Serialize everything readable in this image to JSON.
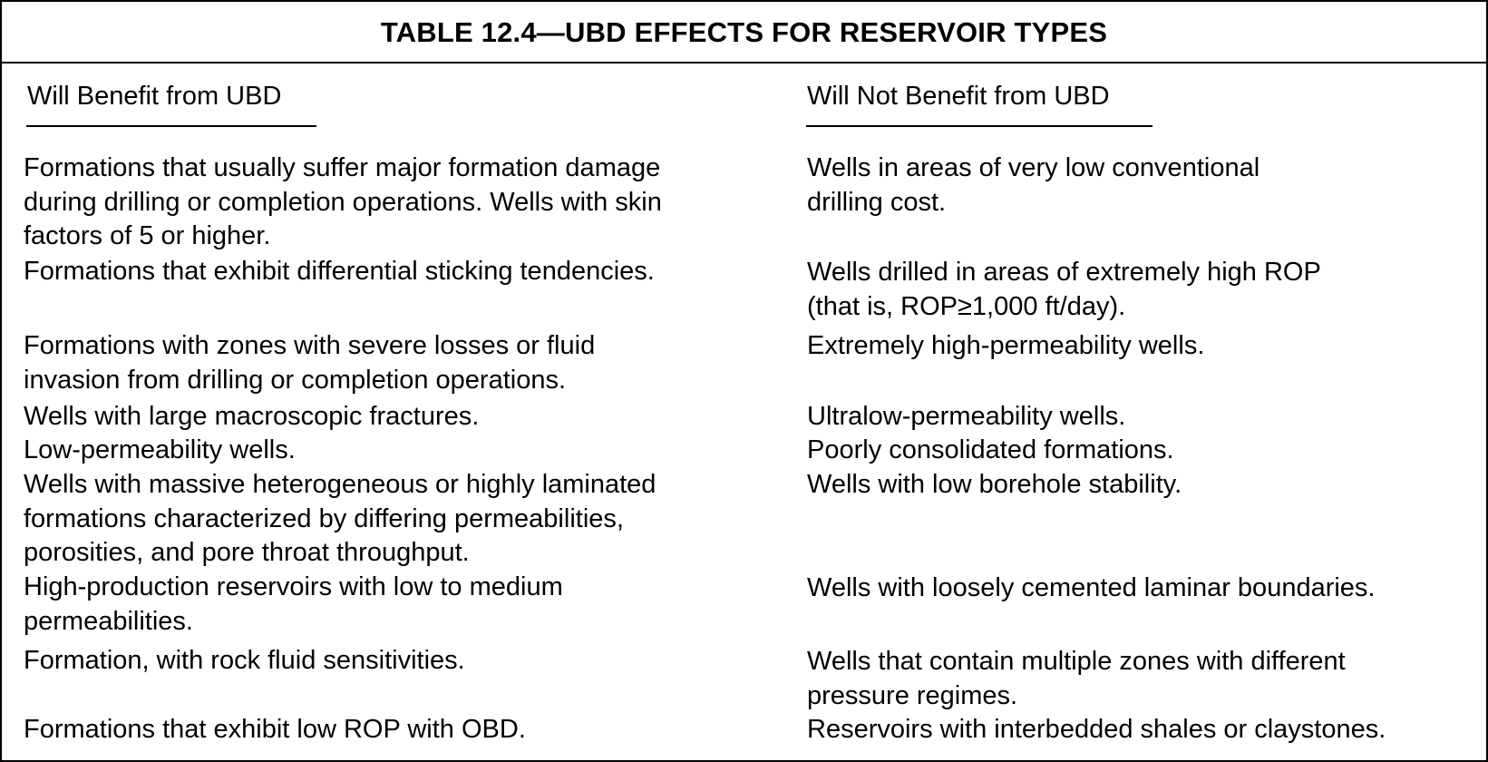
{
  "table": {
    "title": "TABLE 12.4—UBD EFFECTS FOR RESERVOIR TYPES",
    "columns": [
      {
        "header": "Will Benefit from UBD"
      },
      {
        "header": "Will Not Benefit from UBD"
      }
    ],
    "benefit_rows": [
      "Formations that usually suffer major formation damage\nduring drilling or completion operations. Wells with skin\nfactors of 5 or higher.",
      "Formations that exhibit differential sticking tendencies.",
      "Formations with zones with severe losses or fluid\ninvasion from drilling or completion operations.",
      "Wells with large macroscopic fractures.",
      "Low-permeability wells.",
      "Wells with massive heterogeneous or highly laminated\nformations characterized by differing permeabilities,\nporosities, and pore throat throughput.",
      "High-production reservoirs with low to medium\npermeabilities.",
      "Formation, with rock fluid sensitivities.",
      "Formations that exhibit low ROP with OBD."
    ],
    "no_benefit_rows": [
      "Wells in areas of very low conventional\ndrilling cost.",
      "Wells drilled in areas of extremely high ROP\n(that is, ROP≥1,000 ft/day).",
      "Extremely high-permeability wells.",
      "Ultralow-permeability wells.",
      "Poorly consolidated formations.",
      "Wells with low borehole stability.",
      "Wells with loosely cemented laminar boundaries.",
      "Wells that contain multiple zones with different\npressure regimes.",
      "Reservoirs with interbedded shales or claystones."
    ]
  }
}
